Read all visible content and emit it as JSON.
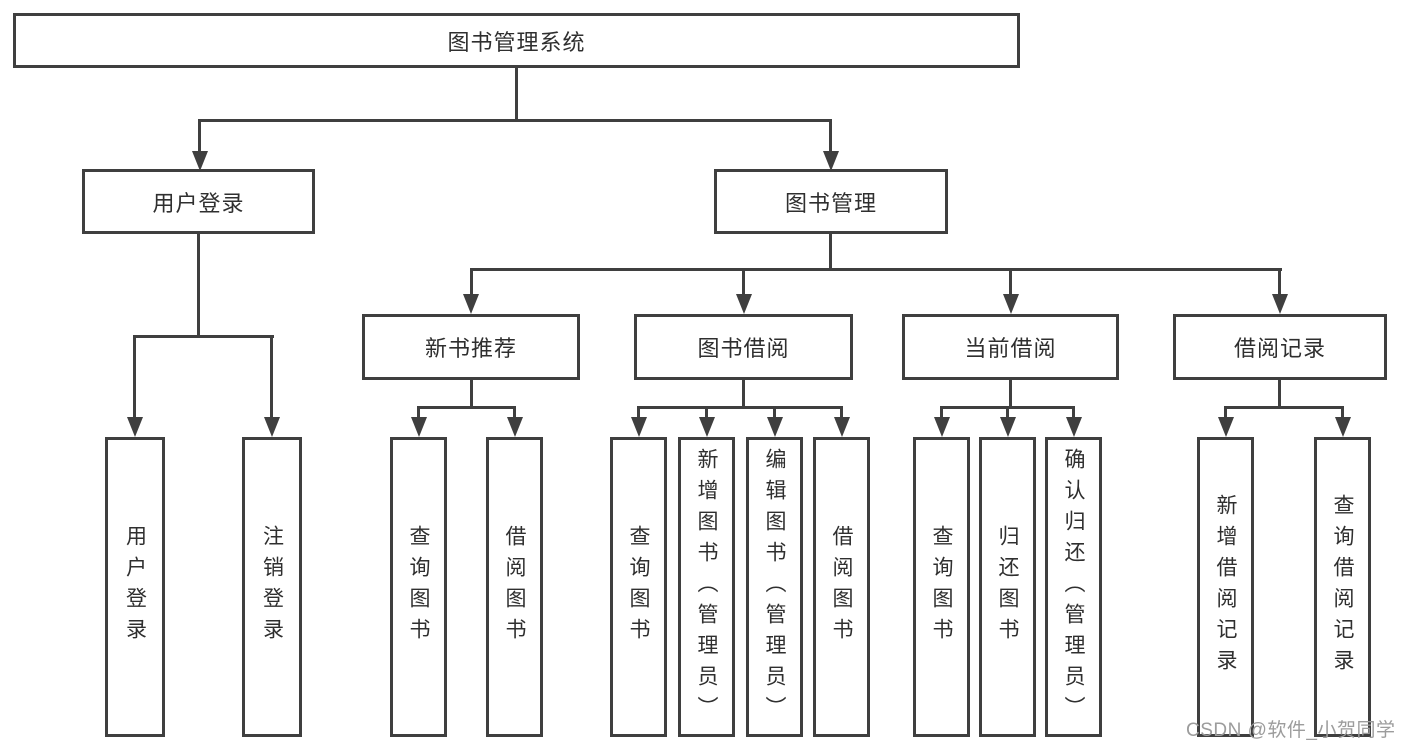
{
  "diagram": {
    "title": "图书管理系统",
    "nodes": {
      "root": {
        "label": "图书管理系统"
      },
      "user_login": {
        "label": "用户登录",
        "children": [
          {
            "label": "用户登录"
          },
          {
            "label": "注销登录"
          }
        ]
      },
      "book_mgmt": {
        "label": "图书管理"
      },
      "new_books": {
        "label": "新书推荐",
        "children": [
          {
            "label": "查询图书"
          },
          {
            "label": "借阅图书"
          }
        ]
      },
      "borrowing": {
        "label": "图书借阅",
        "children": [
          {
            "label": "查询图书"
          },
          {
            "label": "新增图书（管理员）"
          },
          {
            "label": "编辑图书（管理员）"
          },
          {
            "label": "借阅图书"
          }
        ]
      },
      "current": {
        "label": "当前借阅",
        "children": [
          {
            "label": "查询图书"
          },
          {
            "label": "归还图书"
          },
          {
            "label": "确认归还（管理员）"
          }
        ]
      },
      "records": {
        "label": "借阅记录",
        "children": [
          {
            "label": "新增借阅记录"
          },
          {
            "label": "查询借阅记录"
          }
        ]
      }
    }
  },
  "watermark": {
    "text": "CSDN @软件_小贺同学",
    "color": "#9c9c9c"
  },
  "colors": {
    "line": "#3f3f3f",
    "text": "#2f2f2f",
    "background": "#ffffff"
  }
}
